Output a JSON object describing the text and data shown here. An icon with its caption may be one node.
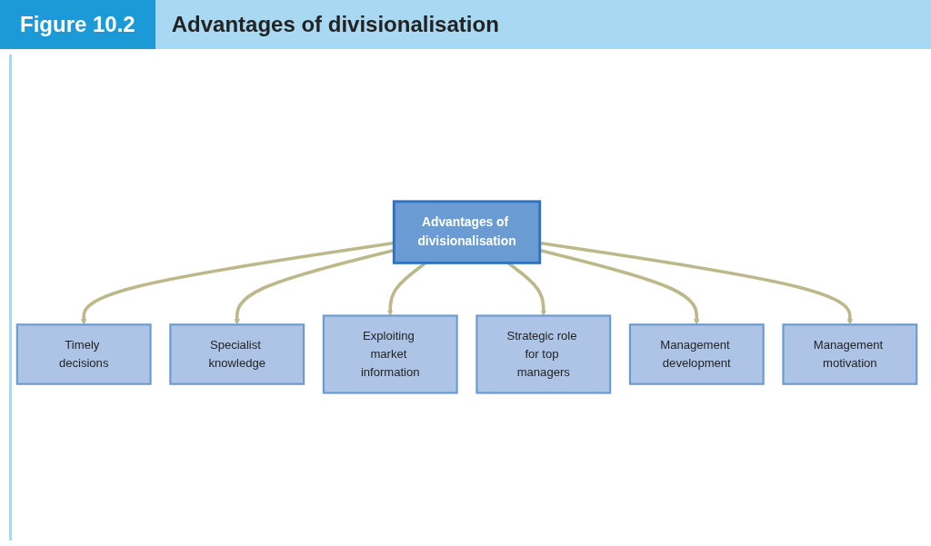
{
  "diagram": {
    "title": "Advantages of divisionalisation",
    "nodes": [
      {
        "text": [
          "Timely decisions"
        ]
      },
      {
        "text": [
          "Specialist knowledge"
        ]
      },
      {
        "text": [
          "Exploiting market information"
        ]
      },
      {
        "text": [
          "Advantages of divisionalisation"
        ]
      },
      {
        "text": [
          "Strategic role for top managers"
        ]
      },
      {
        "text": [
          "Management development"
        ]
      },
      {
        "text": [
          "Management motivation"
        ]
      }
    ],
    "edges": [
      {
        "from": 3,
        "to": 0,
        "arrow": "to"
      },
      {
        "from": 3,
        "to": 1,
        "arrow": "to"
      },
      {
        "from": 3,
        "to": 2,
        "arrow": "to"
      },
      {
        "from": 3,
        "to": 4,
        "arrow": "to"
      },
      {
        "from": 3,
        "to": 5,
        "arrow": "to"
      },
      {
        "from": 3,
        "to": 6,
        "arrow": "to"
      }
    ],
    "labels": [
      "Figure 10.2"
    ]
  }
}
